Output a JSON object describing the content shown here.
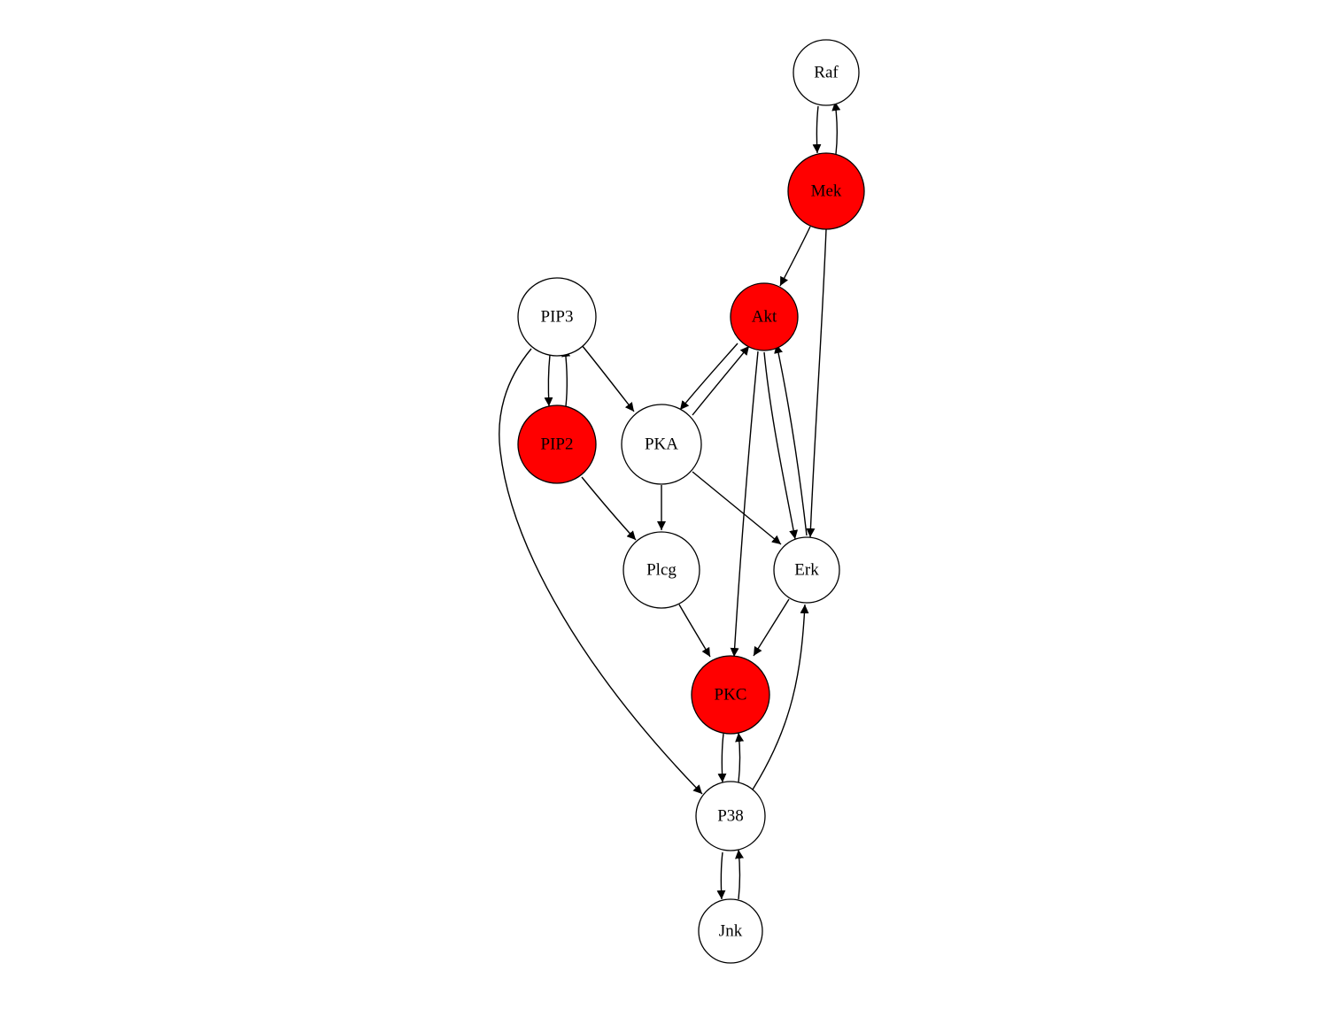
{
  "colors": {
    "highlight": "#ff0000",
    "normal": "#ffffff",
    "stroke": "#000000"
  },
  "nodes": [
    {
      "id": "raf",
      "label": "Raf",
      "highlighted": false
    },
    {
      "id": "mek",
      "label": "Mek",
      "highlighted": true
    },
    {
      "id": "akt",
      "label": "Akt",
      "highlighted": true
    },
    {
      "id": "pip3",
      "label": "PIP3",
      "highlighted": false
    },
    {
      "id": "pip2",
      "label": "PIP2",
      "highlighted": true
    },
    {
      "id": "pka",
      "label": "PKA",
      "highlighted": false
    },
    {
      "id": "plcg",
      "label": "Plcg",
      "highlighted": false
    },
    {
      "id": "erk",
      "label": "Erk",
      "highlighted": false
    },
    {
      "id": "pkc",
      "label": "PKC",
      "highlighted": true
    },
    {
      "id": "p38",
      "label": "P38",
      "highlighted": false
    },
    {
      "id": "jnk",
      "label": "Jnk",
      "highlighted": false
    }
  ],
  "edges": [
    {
      "from": "raf",
      "to": "mek"
    },
    {
      "from": "mek",
      "to": "raf"
    },
    {
      "from": "mek",
      "to": "akt"
    },
    {
      "from": "mek",
      "to": "erk"
    },
    {
      "from": "pip3",
      "to": "pip2"
    },
    {
      "from": "pip2",
      "to": "pip3"
    },
    {
      "from": "pip3",
      "to": "pka"
    },
    {
      "from": "pip3",
      "to": "p38"
    },
    {
      "from": "akt",
      "to": "pka"
    },
    {
      "from": "pka",
      "to": "akt"
    },
    {
      "from": "akt",
      "to": "erk"
    },
    {
      "from": "erk",
      "to": "akt"
    },
    {
      "from": "akt",
      "to": "pkc"
    },
    {
      "from": "pip2",
      "to": "plcg"
    },
    {
      "from": "pka",
      "to": "plcg"
    },
    {
      "from": "pka",
      "to": "erk"
    },
    {
      "from": "plcg",
      "to": "pkc"
    },
    {
      "from": "erk",
      "to": "pkc"
    },
    {
      "from": "pkc",
      "to": "p38"
    },
    {
      "from": "p38",
      "to": "pkc"
    },
    {
      "from": "p38",
      "to": "erk"
    },
    {
      "from": "p38",
      "to": "jnk"
    },
    {
      "from": "jnk",
      "to": "p38"
    }
  ]
}
